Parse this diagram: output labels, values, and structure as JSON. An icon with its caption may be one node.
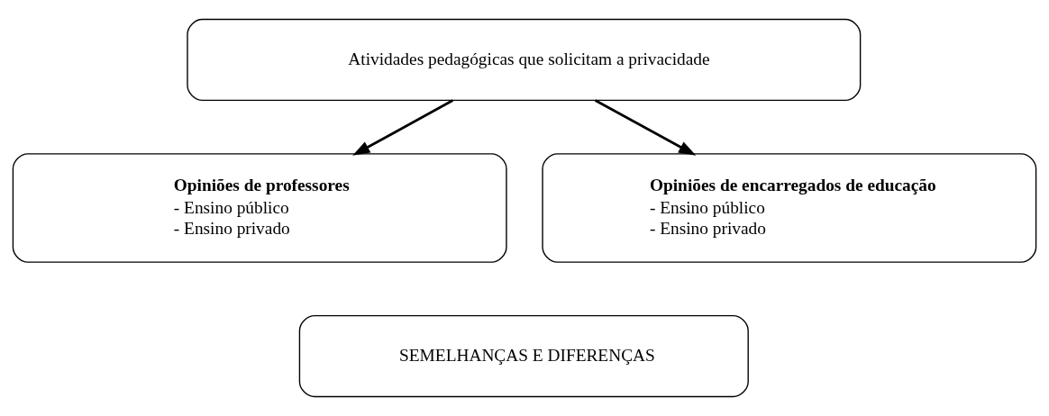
{
  "diagram": {
    "nodes": [
      {
        "text": [
          "Atividades pedagógicas que solicitam a privacidade"
        ]
      },
      {
        "text": [
          "Opiniões de professores",
          "- Ensino público",
          "- Ensino privado"
        ]
      },
      {
        "text": [
          "Opiniões de encarregados de educação",
          "- Ensino público",
          "- Ensino privado"
        ]
      },
      {
        "text": [
          "SEMELHANÇAS E DIFERENÇAS"
        ]
      }
    ],
    "edges": [
      {
        "from": 0,
        "to": 1,
        "arrow": "to"
      },
      {
        "from": 0,
        "to": 2,
        "arrow": "to"
      }
    ]
  }
}
